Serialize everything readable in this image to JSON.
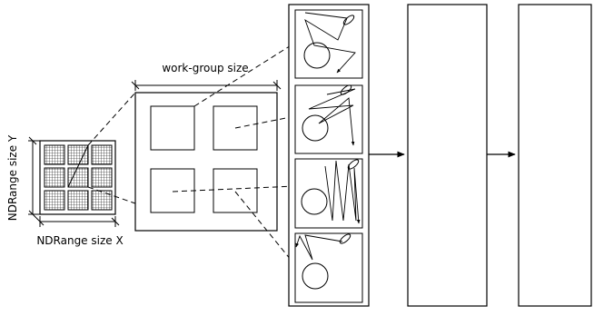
{
  "labels": {
    "work_group_size": "work-group size",
    "ndrange_size_y": "NDRange size Y",
    "ndrange_size_x": "NDRange size X"
  },
  "colors": {
    "stroke": "#000000",
    "background": "#ffffff"
  }
}
